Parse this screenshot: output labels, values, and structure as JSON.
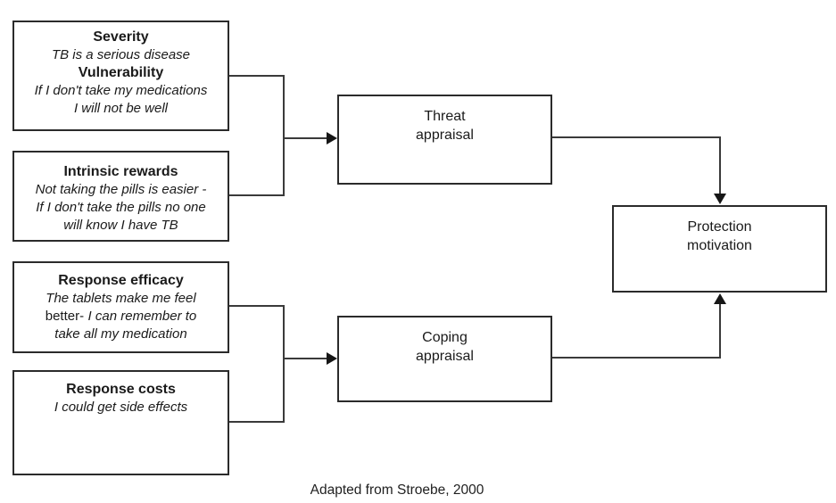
{
  "boxes": {
    "severity": {
      "title1": "Severity",
      "line1": "TB is a serious disease",
      "title2": "Vulnerability",
      "line2": "If I don't take my medications",
      "line3": "I will not be well"
    },
    "intrinsic_rewards": {
      "title": "Intrinsic rewards",
      "line1": "Not taking the pills is easier -",
      "line2": "If I don't take the pills no one",
      "line3": "will know I have TB"
    },
    "response_efficacy": {
      "title": "Response efficacy",
      "line1": "The tablets make me feel",
      "line2_regular": "better-",
      "line2_italic": "I can remember to",
      "line3": "take all my medication"
    },
    "response_costs": {
      "title": "Response costs",
      "line1": "I could get side effects"
    },
    "threat_appraisal": {
      "line1": "Threat",
      "line2": "appraisal"
    },
    "coping_appraisal": {
      "line1": "Coping",
      "line2": "appraisal"
    },
    "protection_motivation": {
      "line1": "Protection",
      "line2": "motivation"
    }
  },
  "caption": "Adapted from Stroebe, 2000",
  "colors": {
    "background": "#ffffff",
    "box_border": "#2b2b2b",
    "connector_line": "#3a3a3a",
    "arrowhead": "#161616",
    "text": "#1a1a1a"
  }
}
